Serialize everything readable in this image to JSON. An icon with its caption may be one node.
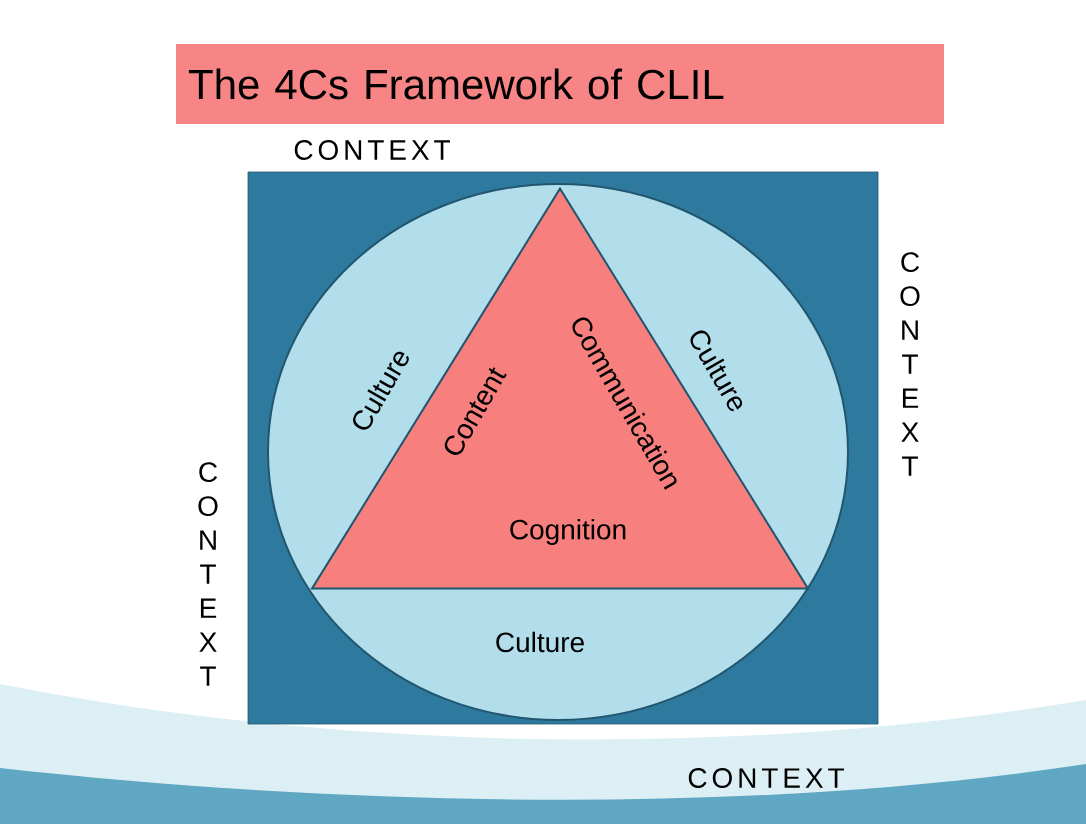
{
  "diagram": {
    "title": "The 4Cs Framework of CLIL",
    "nodes": [
      {
        "text": [
          "CONTEXT",
          "CONTEXT",
          "CONTEXT",
          "CONTEXT"
        ]
      },
      {
        "text": [
          "Culture",
          "Culture",
          "Culture"
        ],
        "in": 0
      },
      {
        "text": [
          "Content",
          "Communication",
          "Cognition"
        ],
        "in": 1
      }
    ]
  }
}
